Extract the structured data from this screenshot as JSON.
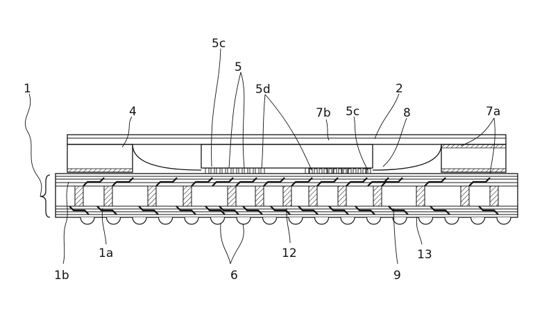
{
  "figure": {
    "reference_labels": [
      {
        "id": "1",
        "text": "1"
      },
      {
        "id": "1a",
        "text": "1a"
      },
      {
        "id": "1b",
        "text": "1b"
      },
      {
        "id": "2",
        "text": "2"
      },
      {
        "id": "4",
        "text": "4"
      },
      {
        "id": "5",
        "text": "5"
      },
      {
        "id": "5c-left",
        "text": "5c"
      },
      {
        "id": "5c-right",
        "text": "5c"
      },
      {
        "id": "5d",
        "text": "5d"
      },
      {
        "id": "6",
        "text": "6"
      },
      {
        "id": "7a",
        "text": "7a"
      },
      {
        "id": "7b",
        "text": "7b"
      },
      {
        "id": "8",
        "text": "8"
      },
      {
        "id": "9",
        "text": "9"
      },
      {
        "id": "12",
        "text": "12"
      },
      {
        "id": "13",
        "text": "13"
      }
    ]
  }
}
